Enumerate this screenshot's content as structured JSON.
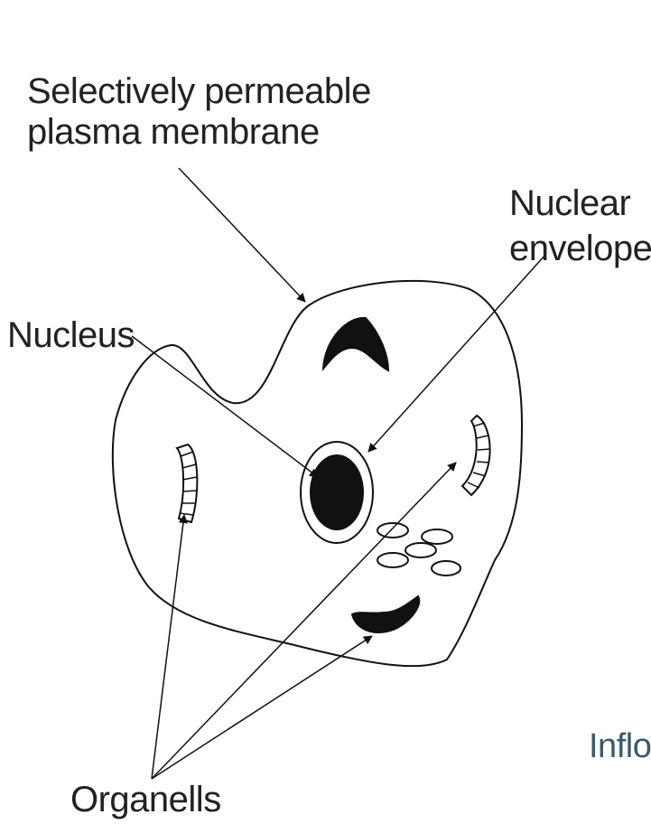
{
  "labels": {
    "membrane_line1": "Selectively permeable",
    "membrane_line2": "plasma membrane",
    "nuclear_envelope_line1": "Nuclear",
    "nuclear_envelope_line2": "envelope",
    "nucleus": "Nucleus",
    "organelles": "Organells",
    "cropped_text": "Inflo"
  },
  "colors": {
    "ink": "#111111",
    "text": "#222222",
    "cropped_text": "#3c5a6a",
    "background": "#ffffff"
  }
}
